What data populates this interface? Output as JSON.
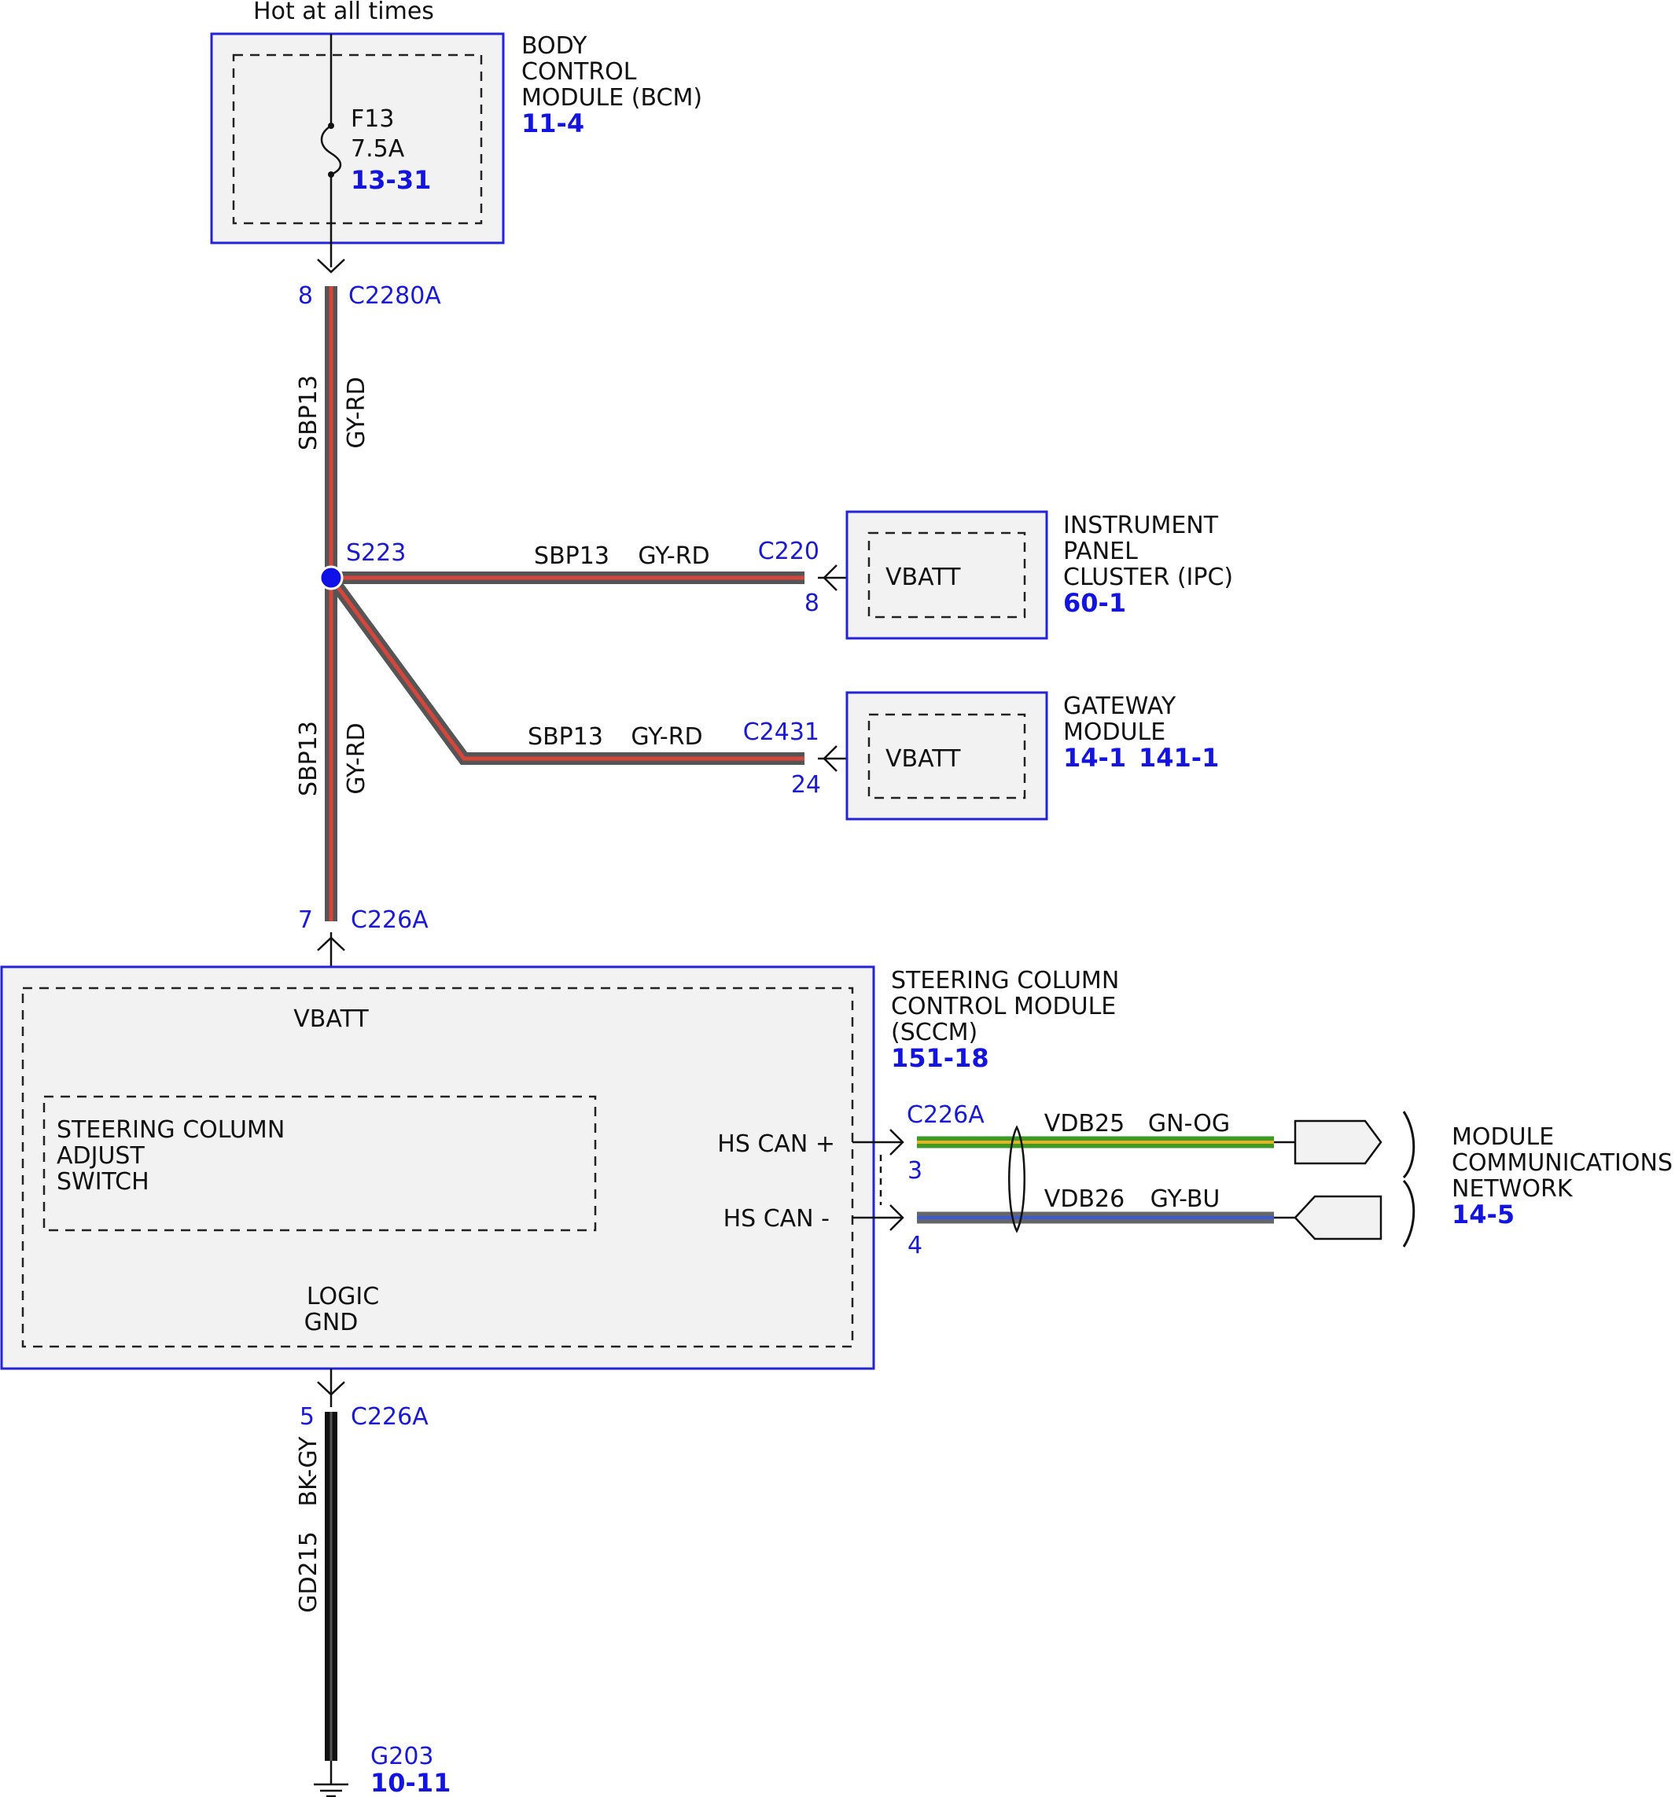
{
  "hot_label": "Hot at all times",
  "bcm": {
    "title": [
      "BODY",
      "CONTROL",
      "MODULE (BCM)"
    ],
    "ref": "11-4",
    "fuse_name": "F13",
    "fuse_rating": "7.5A",
    "fuse_ref": "13-31"
  },
  "c2280a": {
    "pin": "8",
    "name": "C2280A"
  },
  "wire_top": {
    "circuit": "SBP13",
    "color": "GY-RD"
  },
  "splice": {
    "name": "S223"
  },
  "ipc": {
    "title": [
      "INSTRUMENT",
      "PANEL",
      "CLUSTER (IPC)"
    ],
    "ref": "60-1",
    "inner": "VBATT",
    "connector": "C220",
    "pin": "8",
    "circuit": "SBP13",
    "color": "GY-RD"
  },
  "gateway": {
    "title": [
      "GATEWAY",
      "MODULE"
    ],
    "refs": [
      "14-1",
      "141-1"
    ],
    "inner": "VBATT",
    "connector": "C2431",
    "pin": "24",
    "circuit": "SBP13",
    "color": "GY-RD"
  },
  "wire_mid": {
    "circuit": "SBP13",
    "color": "GY-RD"
  },
  "c226a_top": {
    "pin": "7",
    "name": "C226A"
  },
  "sccm": {
    "title": [
      "STEERING COLUMN",
      "CONTROL MODULE",
      "(SCCM)"
    ],
    "ref": "151-18",
    "vbatt": "VBATT",
    "switch": [
      "STEERING COLUMN",
      "ADJUST",
      "SWITCH"
    ],
    "hs_can_plus": "HS CAN +",
    "hs_can_minus": "HS CAN -",
    "logic_gnd": [
      "LOGIC",
      "GND"
    ]
  },
  "can": {
    "connector": "C226A",
    "pin_plus": "3",
    "pin_minus": "4",
    "plus_circuit": "VDB25",
    "plus_color": "GN-OG",
    "minus_circuit": "VDB26",
    "minus_color": "GY-BU"
  },
  "network": {
    "title": [
      "MODULE",
      "COMMUNICATIONS",
      "NETWORK"
    ],
    "ref": "14-5"
  },
  "c226a_bottom": {
    "pin": "5",
    "name": "C226A"
  },
  "ground_wire": {
    "circuit": "GD215",
    "color": "BK-GY"
  },
  "ground": {
    "name": "G203",
    "ref": "10-11"
  },
  "colors": {
    "module_outline": "#2323d8",
    "module_fill": "#f2f2f2",
    "reference_text": "#1414e0",
    "gy_rd_outer": "#555555",
    "gy_rd_inner": "#d6453c",
    "gn_og_outer": "#3c9a28",
    "gn_og_inner": "#e8b21c",
    "gy_bu_outer": "#666666",
    "gy_bu_inner": "#3b5bd6",
    "ground_wire": "#111111"
  }
}
